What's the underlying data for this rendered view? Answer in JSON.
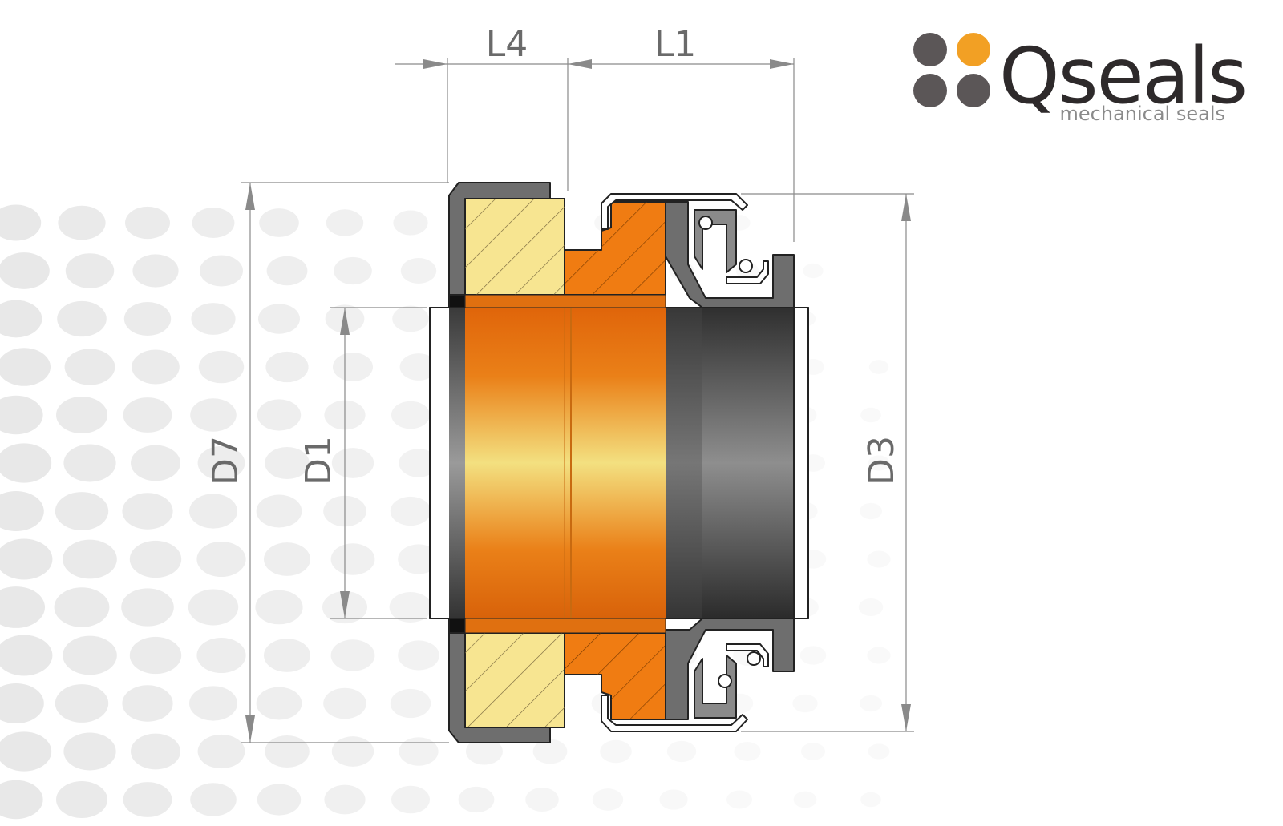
{
  "dimensions": {
    "L4": "L4",
    "L1": "L1",
    "D7": "D7",
    "D1": "D1",
    "D3": "D3"
  },
  "brand": {
    "name": "Qseals",
    "tagline": "mechanical seals",
    "dot_colors": [
      "#5b5657",
      "#f2a024",
      "#5b5657",
      "#5b5657"
    ]
  },
  "colors": {
    "housing": "#6e6e6e",
    "yellow_ring": "#f7e591",
    "orange_ring": "#f07c12",
    "background_dots": "#e8e8e8"
  }
}
